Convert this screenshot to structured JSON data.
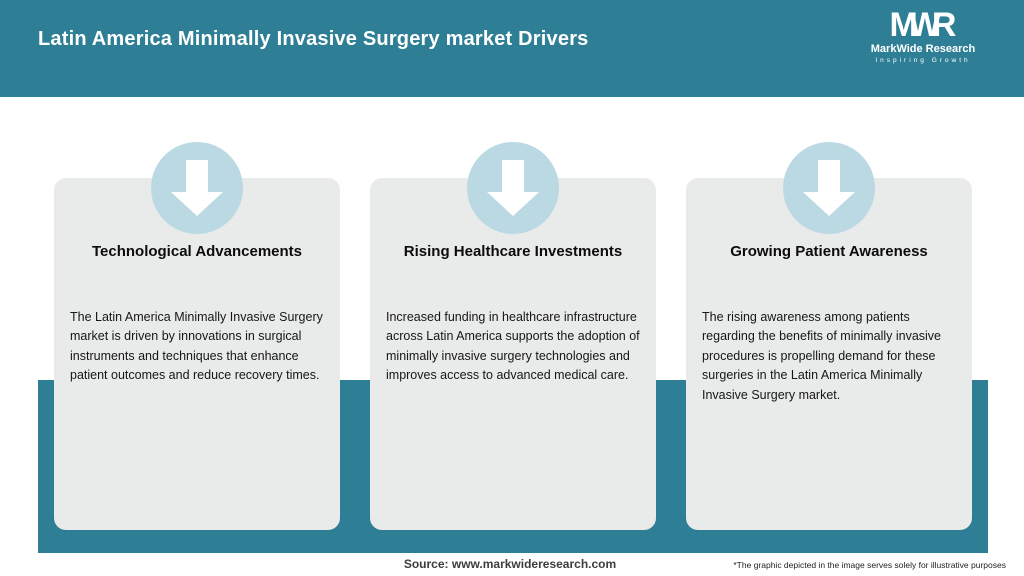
{
  "header": {
    "title": "Latin America Minimally Invasive Surgery market Drivers"
  },
  "logo": {
    "monogram": "MWR",
    "name": "MarkWide Research",
    "tagline": "Inspiring Growth"
  },
  "cards": [
    {
      "title": "Technological Advancements",
      "body": "The Latin America Minimally Invasive Surgery market is driven by innovations in surgical instruments and techniques that enhance patient outcomes and reduce recovery times."
    },
    {
      "title": "Rising Healthcare Investments",
      "body": "Increased funding in healthcare infrastructure across Latin America supports the adoption of minimally invasive surgery technologies and improves access to advanced medical care."
    },
    {
      "title": "Growing Patient Awareness",
      "body": "The rising awareness among patients regarding the benefits of minimally invasive procedures is propelling demand for these surgeries in the Latin America Minimally Invasive Surgery market."
    }
  ],
  "footer": {
    "source": "Source: www.markwideresearch.com",
    "disclaimer": "*The graphic depicted in the image serves solely for illustrative purposes"
  },
  "colors": {
    "header_teal": "#2E7F96",
    "circle_blue": "#BBD9E3",
    "card_gray": "#E9EBEB"
  }
}
